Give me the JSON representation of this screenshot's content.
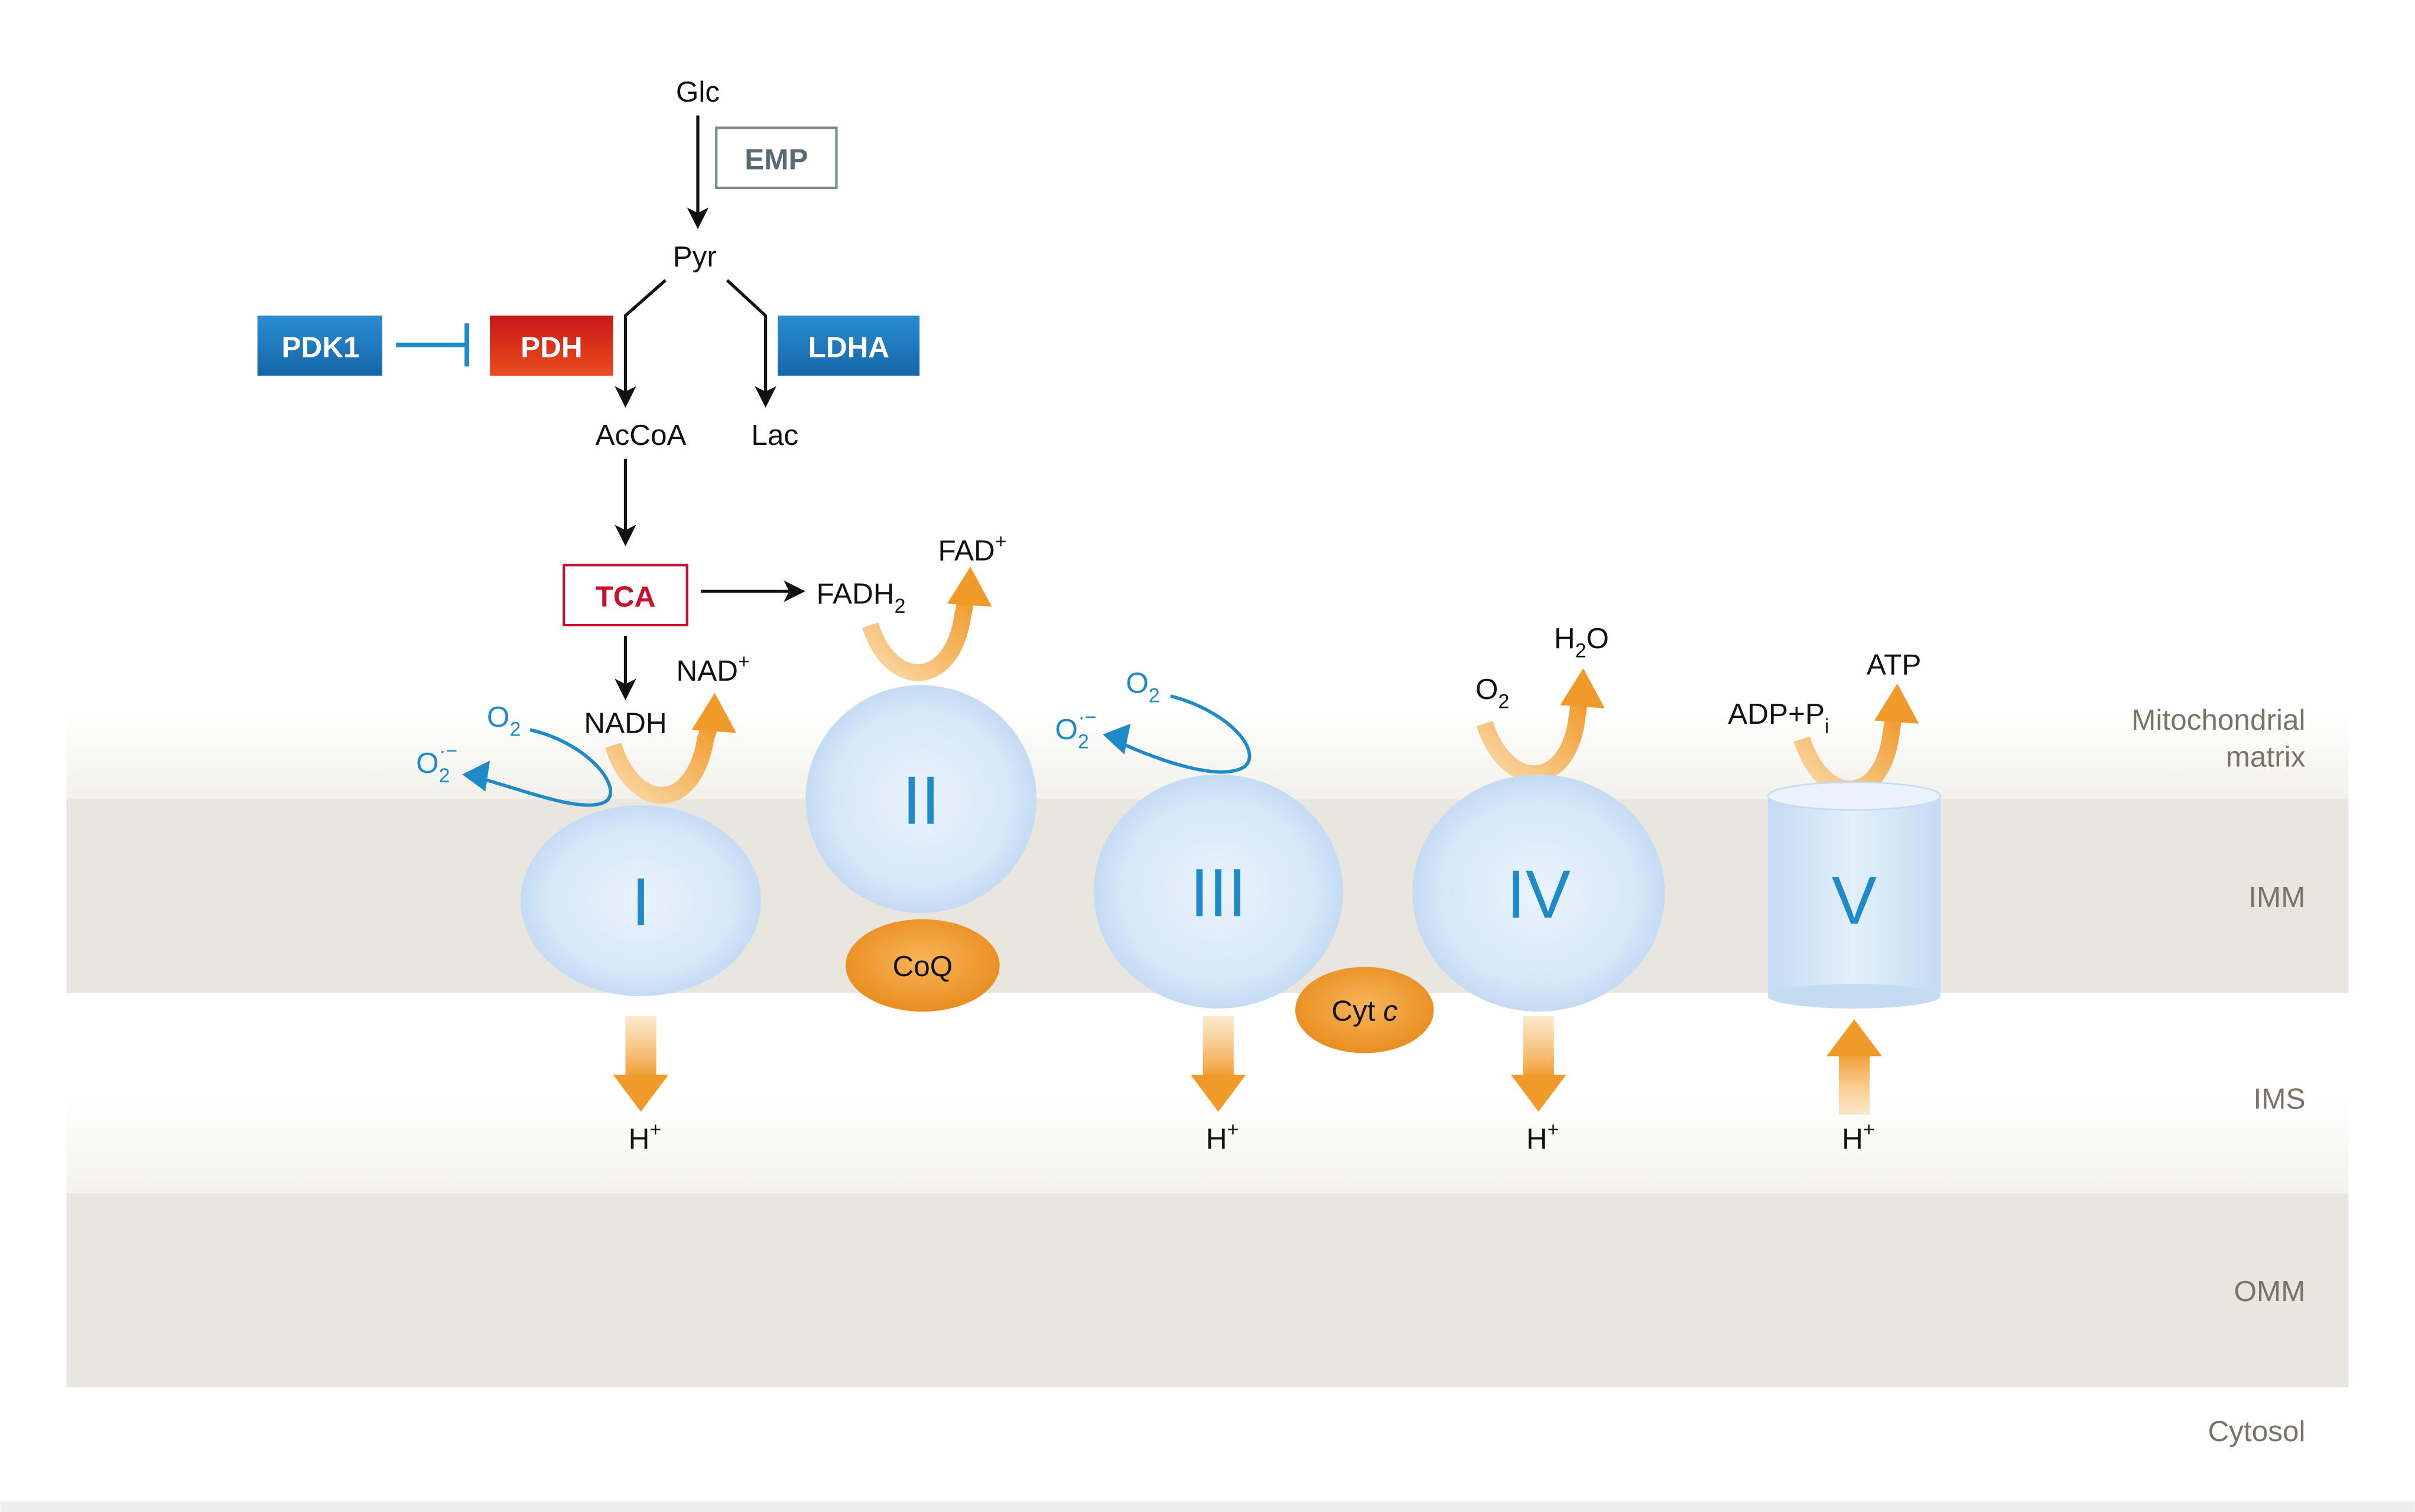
{
  "regions": {
    "matrix_line1": "Mitochondrial",
    "matrix_line2": "matrix",
    "imm": "IMM",
    "ims": "IMS",
    "omm": "OMM",
    "cytosol": "Cytosol"
  },
  "metabolites": {
    "glc": "Glc",
    "pyr": "Pyr",
    "accoa": "AcCoA",
    "lac": "Lac",
    "nadh": "NADH",
    "nad": "NAD",
    "fadh": "FADH",
    "fad": "FAD",
    "o2": "O",
    "o2_sub": "2",
    "h2o_h": "H",
    "h2o_o": "O",
    "adp_pi": "ADP+P",
    "pi_sub": "i",
    "atp": "ATP",
    "h": "H",
    "plus": "+",
    "superoxide_charge": "·−",
    "fadh_sub": "2"
  },
  "pathway_boxes": {
    "emp": "EMP",
    "pdk1": "PDK1",
    "pdh": "PDH",
    "ldha": "LDHA",
    "tca": "TCA"
  },
  "complexes": {
    "c1": "I",
    "c2": "II",
    "c3": "III",
    "c4": "IV",
    "c5": "V",
    "coq": "CoQ",
    "cytc": "Cyt",
    "cytc_italic": "c"
  },
  "colors": {
    "membrane_band": "#e8e6df",
    "complex_fill": "#cfe2f6",
    "complex_label": "#1f8ac8",
    "orange": "#f09a2a",
    "pdk1_blue": "#1b78bf",
    "pdh_red": "#d7261e",
    "tca_red": "#c8102e",
    "emp_gray": "#586a74",
    "ros_blue": "#1f8ac8"
  }
}
